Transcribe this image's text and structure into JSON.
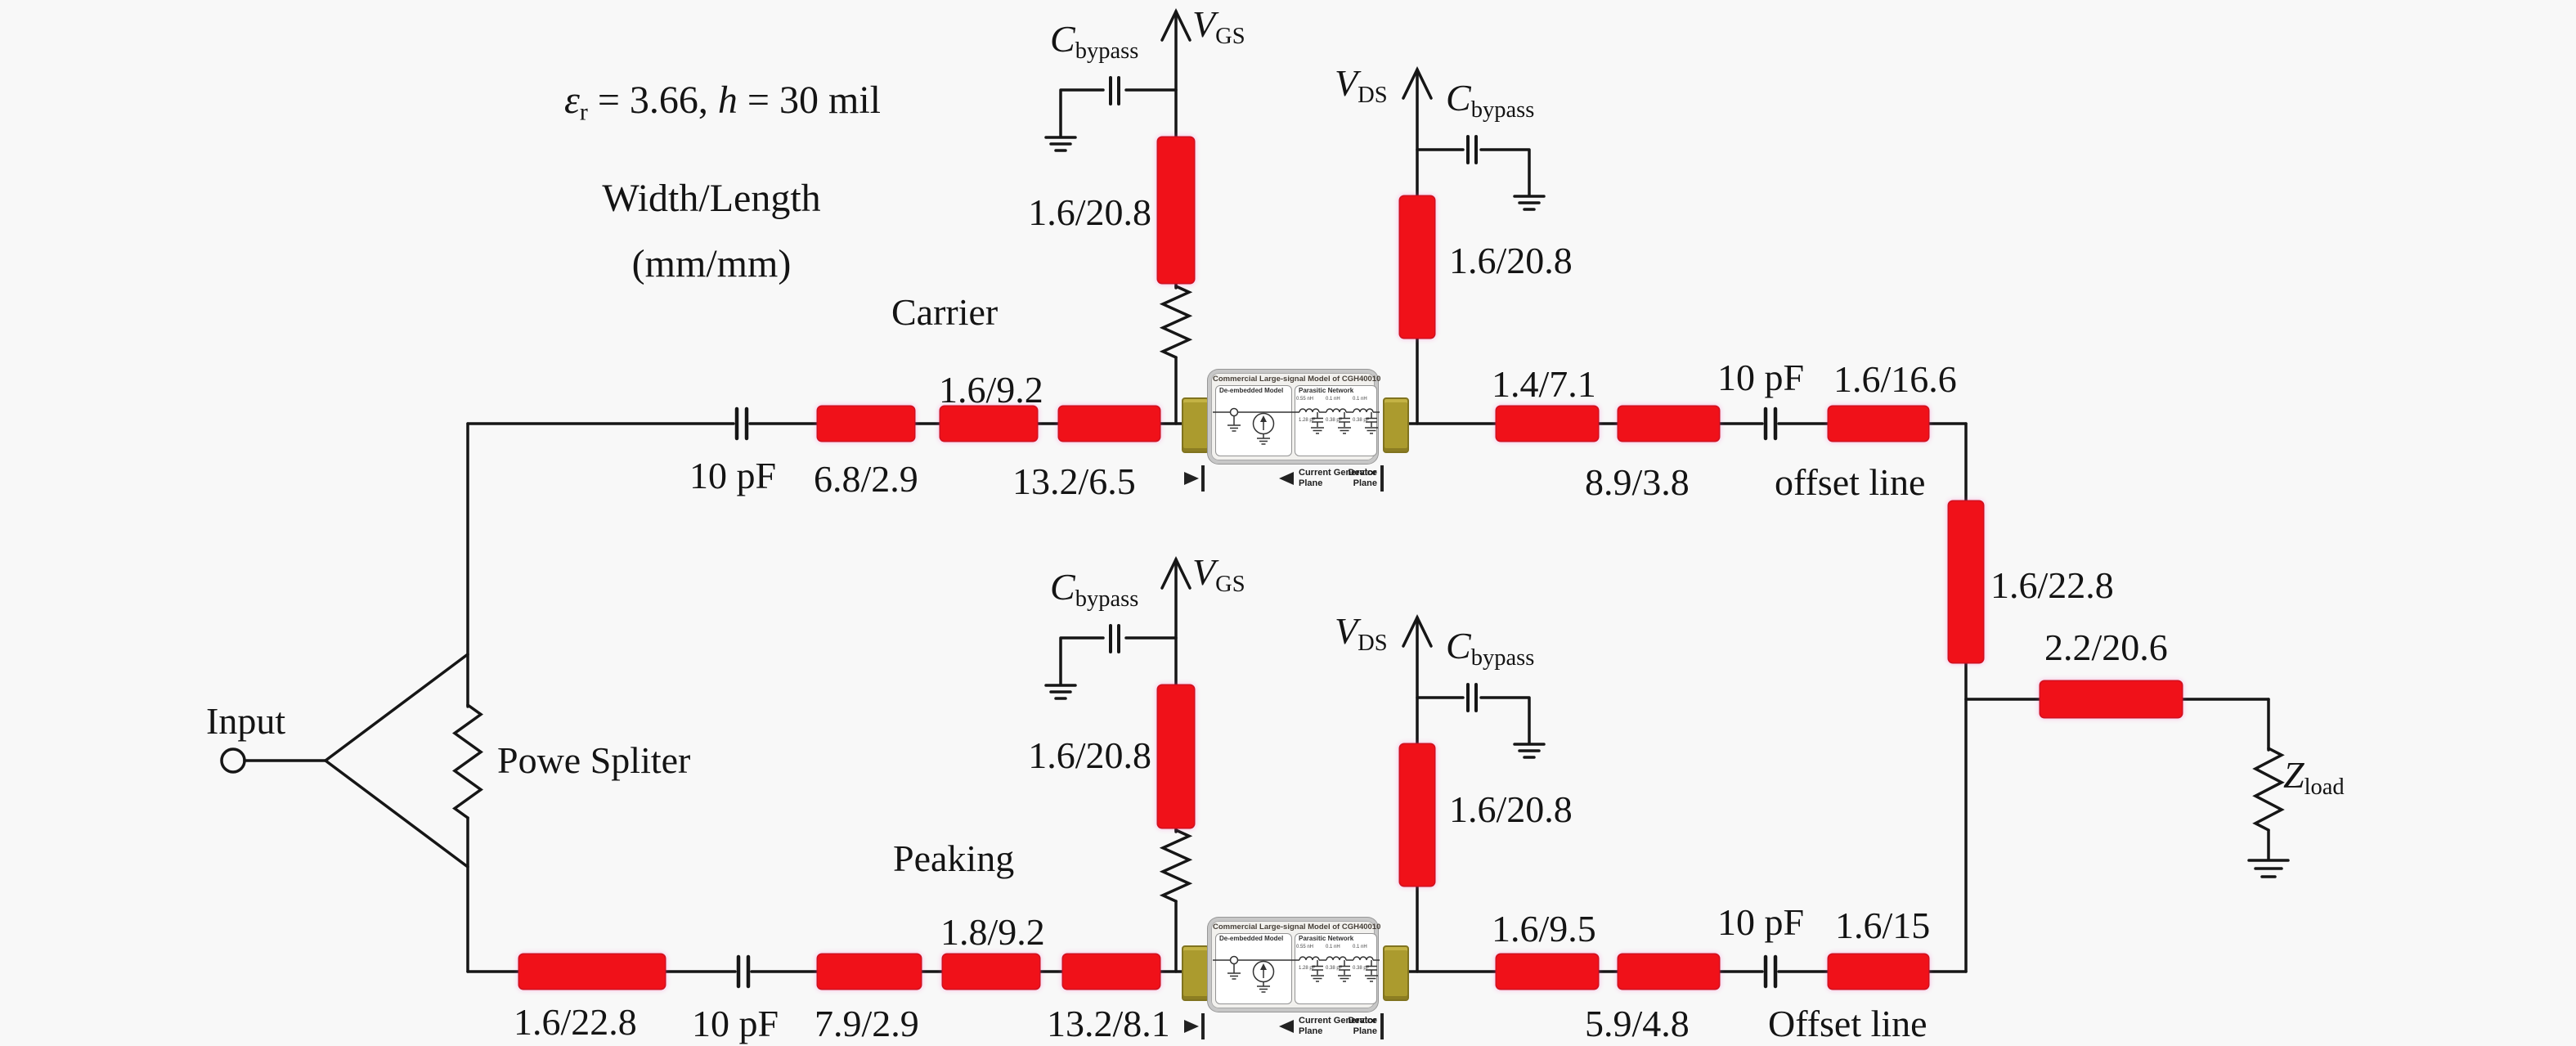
{
  "meta": {
    "eps_sym": "ε",
    "eps_sub": "r",
    "eps_val": " = 3.66, ",
    "h_sym": "h",
    "h_val": " = 30 mil",
    "legend_line1": "Width/Length",
    "legend_line2": "(mm/mm)"
  },
  "input": {
    "label": "Input",
    "splitter_label": "Powe Spliter"
  },
  "colors": {
    "microstrip_red": "#f01119",
    "pad_olive": "#ab9b2e",
    "background": "#f8f8f8",
    "wire": "#161616"
  },
  "transistor": {
    "title": "Commercial Large-signal Model of CGH40010",
    "left_label": "De-embedded Model",
    "right_label": "Parasitic Network",
    "plane_left_line1": "Current Generator",
    "plane_left_line2": "Plane",
    "plane_right_line1": "Device",
    "plane_right_line2": "Plane",
    "l_values": [
      "0.55 nH",
      "0.1 nH",
      "0.1 nH"
    ],
    "c_values": [
      "1.28 pF",
      "0.38 pF",
      "0.38 pF"
    ]
  },
  "carrier": {
    "label": "Carrier",
    "dc_block_in": "10 pF",
    "line1": "6.8/2.9",
    "line2": "1.6/9.2",
    "line3": "13.2/6.5",
    "gate": {
      "c": "C",
      "c_sub": "bypass",
      "v": "V",
      "v_sub": "GS",
      "stub": "1.6/20.8"
    },
    "drain": {
      "c": "C",
      "c_sub": "bypass",
      "v": "V",
      "v_sub": "DS",
      "stub": "1.6/20.8"
    },
    "out1": "1.4/7.1",
    "out2": "8.9/3.8",
    "dc_block_out": "10 pF",
    "offset_wl": "1.6/16.6",
    "offset_label": "offset line"
  },
  "peaking": {
    "label": "Peaking",
    "delay_line": "1.6/22.8",
    "dc_block_in": "10 pF",
    "line1": "7.9/2.9",
    "line2": "1.8/9.2",
    "line3": "13.2/8.1",
    "gate": {
      "c": "C",
      "c_sub": "bypass",
      "v": "V",
      "v_sub": "GS",
      "stub": "1.6/20.8"
    },
    "drain": {
      "c": "C",
      "c_sub": "bypass",
      "v": "V",
      "v_sub": "DS",
      "stub": "1.6/20.8"
    },
    "out1": "1.6/9.5",
    "out2": "5.9/4.8",
    "dc_block_out": "10 pF",
    "offset_wl": "1.6/15",
    "offset_label": "Offset line"
  },
  "combiner": {
    "inverter_wl": "1.6/22.8",
    "output_wl": "2.2/20.6"
  },
  "load": {
    "z": "Z",
    "z_sub": "load"
  }
}
